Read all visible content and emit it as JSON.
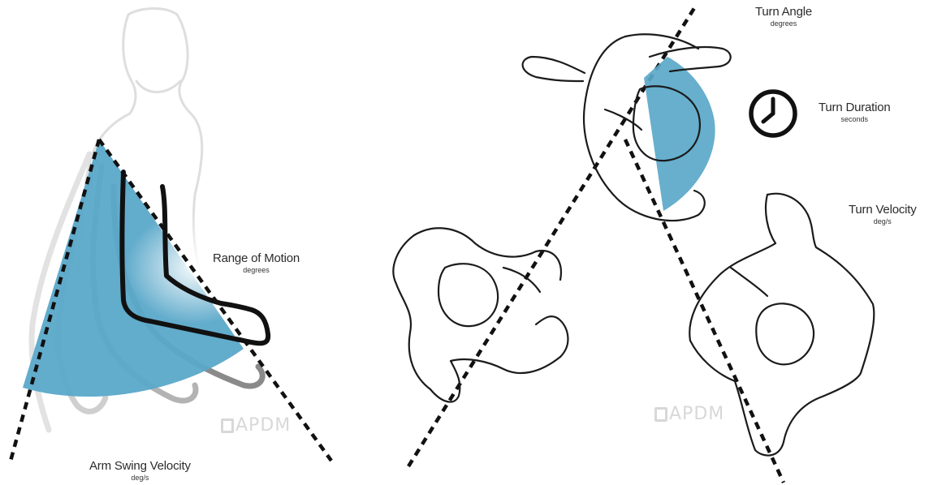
{
  "labels": {
    "range_of_motion": {
      "title": "Range of Motion",
      "unit": "degrees"
    },
    "arm_swing_velocity": {
      "title": "Arm Swing Velocity",
      "unit": "deg/s"
    },
    "turn_angle": {
      "title": "Turn Angle",
      "unit": "degrees"
    },
    "turn_duration": {
      "title": "Turn Duration",
      "unit": "seconds"
    },
    "turn_velocity": {
      "title": "Turn Velocity",
      "unit": "deg/s"
    }
  },
  "watermarks": {
    "left": "APDM",
    "right": "APDM"
  },
  "icons": {
    "clock": "clock-icon"
  },
  "colors": {
    "accent": "#5aa8c9",
    "line": "#111111",
    "text": "#2b2b2b",
    "ghost": "#dcdcdc"
  }
}
